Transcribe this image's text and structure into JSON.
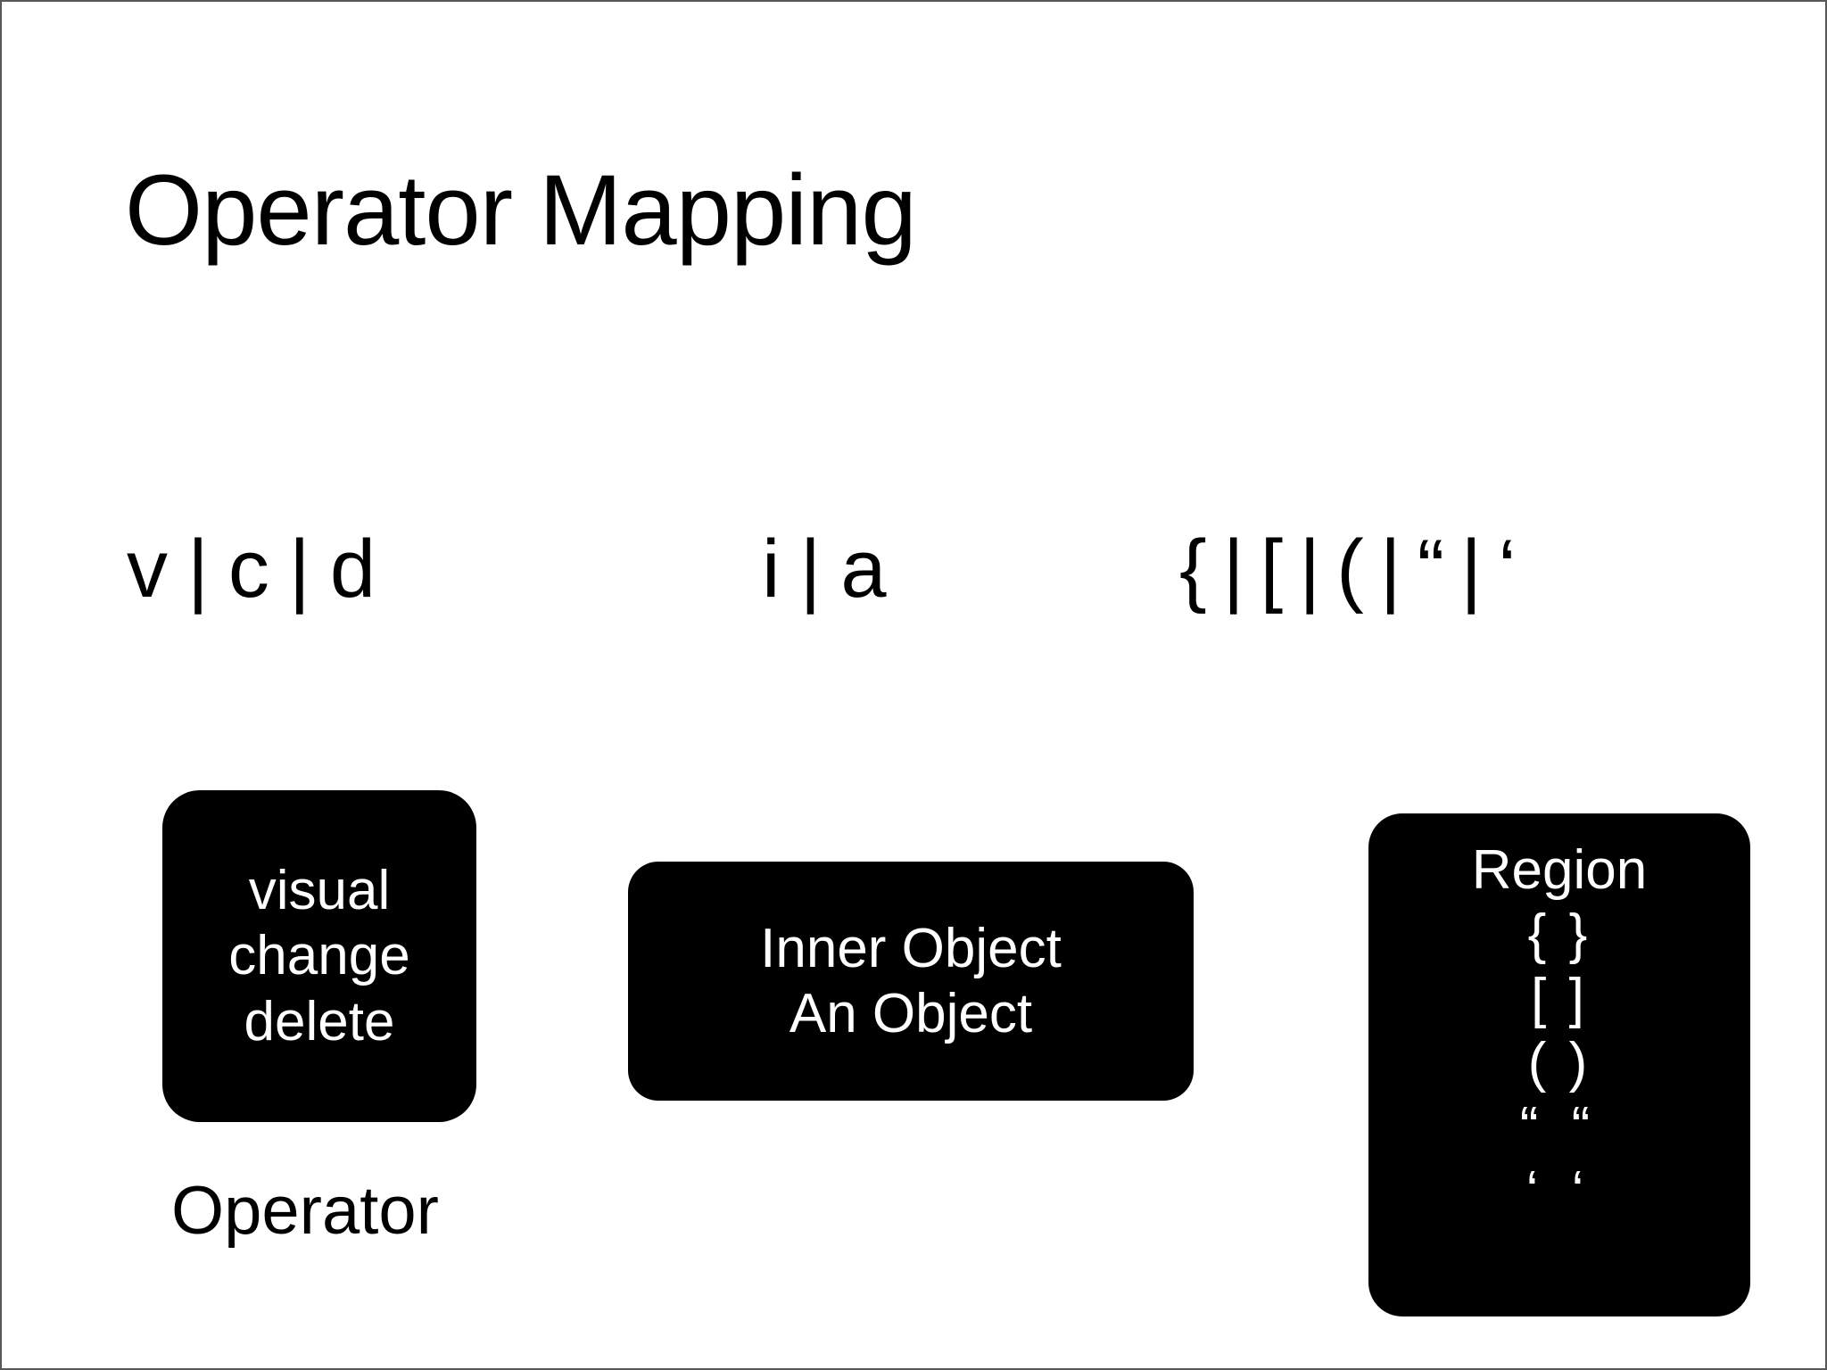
{
  "slide": {
    "title": "Operator Mapping",
    "background_color": "#ffffff",
    "text_color": "#000000",
    "border_color": "#585858"
  },
  "syntax_row": {
    "operator_group": {
      "tokens": [
        "v",
        "c",
        "d"
      ],
      "separator": "|"
    },
    "inner_group": {
      "tokens": [
        "i",
        "a"
      ],
      "separator": "|"
    },
    "region_group": {
      "tokens": [
        "{",
        "[",
        "(",
        "“",
        "‘"
      ],
      "separator": "|"
    }
  },
  "boxes": {
    "operator": {
      "fill_color": "#000000",
      "text_color": "#ffffff",
      "lines": [
        "visual",
        "change",
        "delete"
      ],
      "caption": "Operator"
    },
    "object": {
      "fill_color": "#000000",
      "text_color": "#ffffff",
      "lines": [
        "Inner Object",
        "An Object"
      ]
    },
    "region": {
      "fill_color": "#000000",
      "text_color": "#ffffff",
      "heading": "Region",
      "lines": [
        "{ }",
        "[ ]",
        "( )",
        "“ “",
        "‘ ‘"
      ]
    }
  }
}
